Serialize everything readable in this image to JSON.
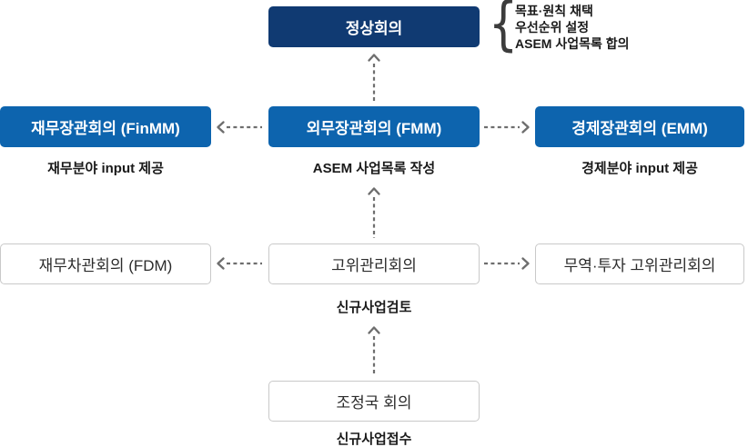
{
  "colors": {
    "navy": "#103a72",
    "blue": "#0d64ae",
    "arrow": "#6e6e6e",
    "border": "#c9c9c9",
    "text_dark": "#1a1a1a",
    "plain_text": "#2b2b2b",
    "box_text_light": "#ffffff"
  },
  "diagram": {
    "summit": {
      "label": "정상회의",
      "brace_glyph": "{",
      "annotations": [
        "목표·원칙 채택",
        "우선순위 설정",
        "ASEM 사업목록 합의"
      ]
    },
    "ministerial": {
      "finance": {
        "label": "재무장관회의 (FinMM)",
        "caption": "재무분야 input 제공"
      },
      "foreign": {
        "label": "외무장관회의 (FMM)",
        "caption": "ASEM 사업목록 작성"
      },
      "economic": {
        "label": "경제장관회의 (EMM)",
        "caption": "경제분야 input 제공"
      }
    },
    "senior_officials": {
      "finance_deputies": {
        "label": "재무차관회의 (FDM)"
      },
      "som": {
        "label": "고위관리회의",
        "caption": "신규사업검토"
      },
      "trade_investment": {
        "label": "무역·투자 고위관리회의"
      }
    },
    "coordinators": {
      "label": "조정국 회의",
      "caption": "신규사업접수"
    }
  }
}
